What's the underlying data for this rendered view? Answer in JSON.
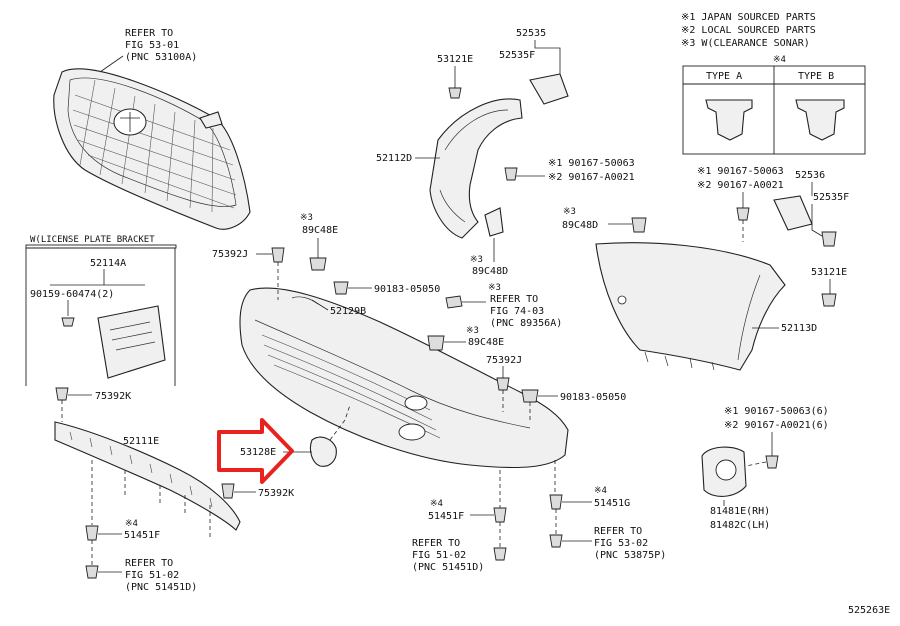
{
  "diagram": {
    "accent_color": "#e8231f",
    "notes": [
      "※1 JAPAN SOURCED PARTS",
      "※2 LOCAL SOURCED PARTS",
      "※3 W(CLEARANCE SONAR)"
    ],
    "type_table": {
      "note": "※4",
      "type_a": "TYPE A",
      "type_b": "TYPE B"
    },
    "license_bracket_title": "W(LICENSE PLATE BRACKET",
    "refs": {
      "grille": [
        "REFER TO",
        "FIG 53-01",
        "(PNC 53100A)"
      ],
      "fig7403": [
        "REFER TO",
        "FIG 74-03",
        "(PNC 89356A)"
      ],
      "fig5102_mid": [
        "REFER TO",
        "FIG 51-02",
        "(PNC 51451D)"
      ],
      "fig5302": [
        "REFER TO",
        "FIG 53-02",
        "(PNC 53875P)"
      ],
      "fig5102_left": [
        "REFER TO",
        "FIG 51-02",
        "(PNC 51451D)"
      ]
    },
    "labels": {
      "p52535": "52535",
      "p52535F_top": "52535F",
      "p53121E_top": "53121E",
      "p52112D": "52112D",
      "s1_50063_top": "※1 90167-50063",
      "s2_A0021_top": "※2 90167-A0021",
      "s3_89C48D_center": "※3",
      "p89C48D_center": "89C48D",
      "s3_89C48E_top": "※3",
      "p89C48E_top": "89C48E",
      "p75392J_top": "75392J",
      "p90183_top": "90183-05050",
      "s3_ref": "※3",
      "p52129B": "52129B",
      "s3_89C48E_mid": "※3",
      "p89C48E_mid": "89C48E",
      "p75392J_mid": "75392J",
      "p90183_mid": "90183-05050",
      "p52114A": "52114A",
      "p90159": "90159-60474(2)",
      "p75392K_top": "75392K",
      "p52111E": "52111E",
      "p75392K_bot": "75392K",
      "s4_left": "※4",
      "p51451F_left": "51451F",
      "s4_mid": "※4",
      "p51451F_mid": "51451F",
      "s4_right": "※4",
      "p51451G": "51451G",
      "p53128E": "53128E",
      "s3_89C48D_right": "※3",
      "p89C48D_right": "89C48D",
      "s1_50063_right": "※1 90167-50063",
      "s2_A0021_right": "※2 90167-A0021",
      "p52536": "52536",
      "p52535F_right": "52535F",
      "p53121E_right": "53121E",
      "p52113D": "52113D",
      "s1_50063_6": "※1 90167-50063(6)",
      "s2_A0021_6": "※2 90167-A0021(6)",
      "p81481E": "81481E(RH)",
      "p81482C": "81482C(LH)",
      "diagram_id": "525263E"
    }
  }
}
